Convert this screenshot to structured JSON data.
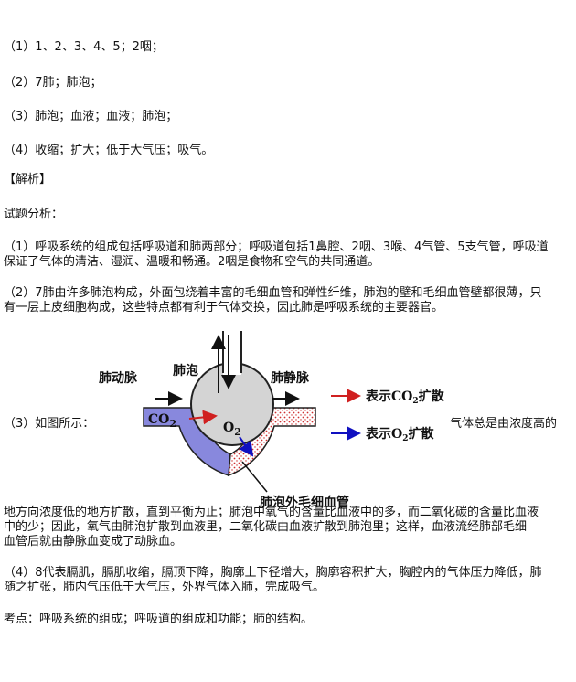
{
  "answers": [
    "（1）1、2、3、4、5；2咽；",
    "（2）7肺；肺泡；",
    "（3）肺泡；血液；血液；肺泡；",
    "（4）收缩；扩大；低于大气压；吸气。"
  ],
  "analysis_heading": "【解析】",
  "analysis_intro": "试题分析：",
  "p1": [
    "（1）呼吸系统的组成包括呼吸道和肺两部分；呼吸道包括1鼻腔、2咽、3喉、4气管、5支气管，呼吸道",
    "保证了气体的清洁、湿润、温暖和畅通。2咽是食物和空气的共同通道。"
  ],
  "p2": [
    "（2）7肺由许多肺泡构成，外面包绕着丰富的毛细血管和弹性纤维，肺泡的壁和毛细血管壁都很薄，只",
    "有一层上皮细胞构成，这些特点都有利于气体交换，因此肺是呼吸系统的主要器官。"
  ],
  "p3_prefix": "（3）如图所示：",
  "p3_suffix": "气体总是由浓度高的",
  "p3_cont": [
    "地方向浓度低的地方扩散，直到平衡为止；肺泡中氧气的含量比血液中的多，而二氧化碳的含量比血液",
    "中的少；因此，氧气由肺泡扩散到血液里，二氧化碳由血液扩散到肺泡里；这样，血液流经肺部毛细",
    "血管后就由静脉血变成了动脉血。"
  ],
  "p4": [
    "（4）8代表膈肌，膈肌收缩，膈顶下降，胸廓上下径增大，胸廓容积扩大，胸腔内的气体压力降低，肺",
    "随之扩张，肺内气压低于大气压，外界气体入肺，完成吸气。"
  ],
  "kaodian": "考点：呼吸系统的组成；呼吸道的组成和功能；肺的结构。",
  "diagram": {
    "artery_label": "肺动脉",
    "alveolus_label": "肺泡",
    "vein_label": "肺静脉",
    "capillary_label": "肺泡外毛细血管",
    "co2_text": "CO",
    "co2_sub": "2",
    "o2_text": "O",
    "o2_sub": "2",
    "legend_co2_prefix": "表示CO",
    "legend_co2_sub": "2",
    "legend_co2_suffix": "扩散",
    "legend_o2_prefix": "表示O",
    "legend_o2_sub": "2",
    "legend_o2_suffix": "扩散",
    "colors": {
      "artery_fill": "#8888dd",
      "vein_dots": "#d03030",
      "alveolus_fill": "#d4d4d4",
      "co2_arrow": "#d02020",
      "o2_arrow": "#1010c0"
    }
  }
}
